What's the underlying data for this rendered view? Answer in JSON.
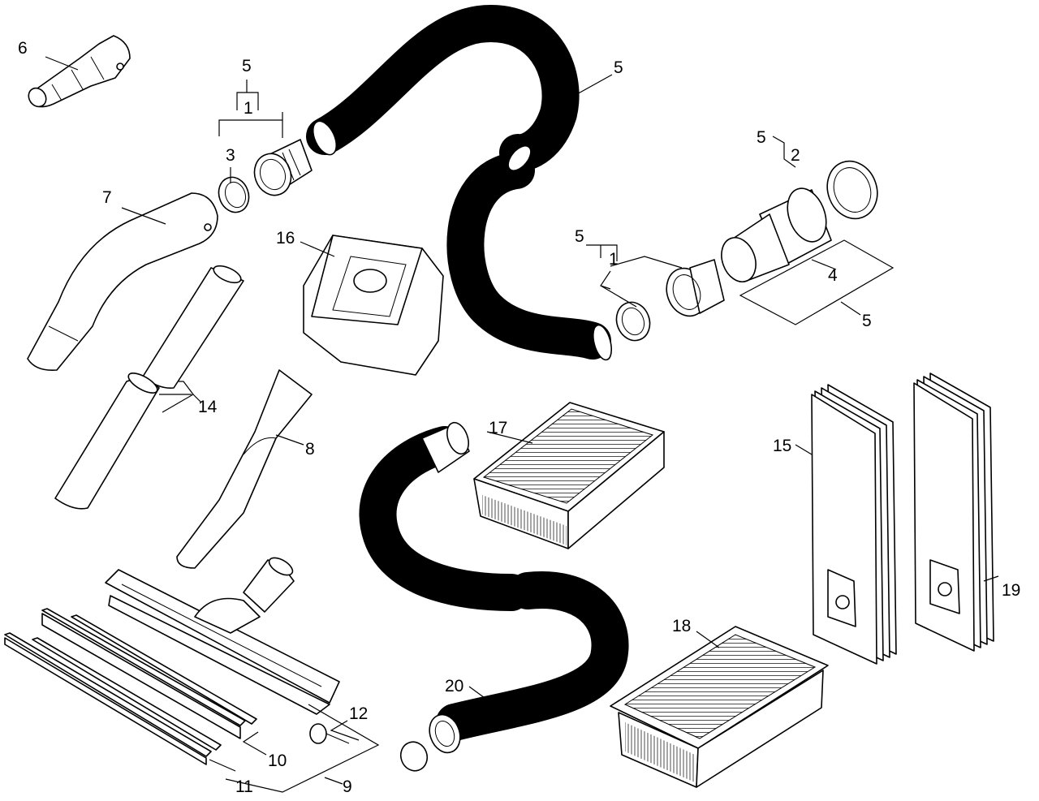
{
  "diagram": {
    "callouts": {
      "c6": "6",
      "c5_top": "5",
      "c1_top": "1",
      "c3": "3",
      "c5_hose": "5",
      "c7": "7",
      "c16": "16",
      "c5_right": "5",
      "c2": "2",
      "c5_mid": "5",
      "c1_mid": "1",
      "c4": "4",
      "c5_bottom_right": "5",
      "c14": "14",
      "c8": "8",
      "c17": "17",
      "c15": "15",
      "c19": "19",
      "c18": "18",
      "c20": "20",
      "c12": "12",
      "c10": "10",
      "c11": "11",
      "c9": "9"
    }
  }
}
